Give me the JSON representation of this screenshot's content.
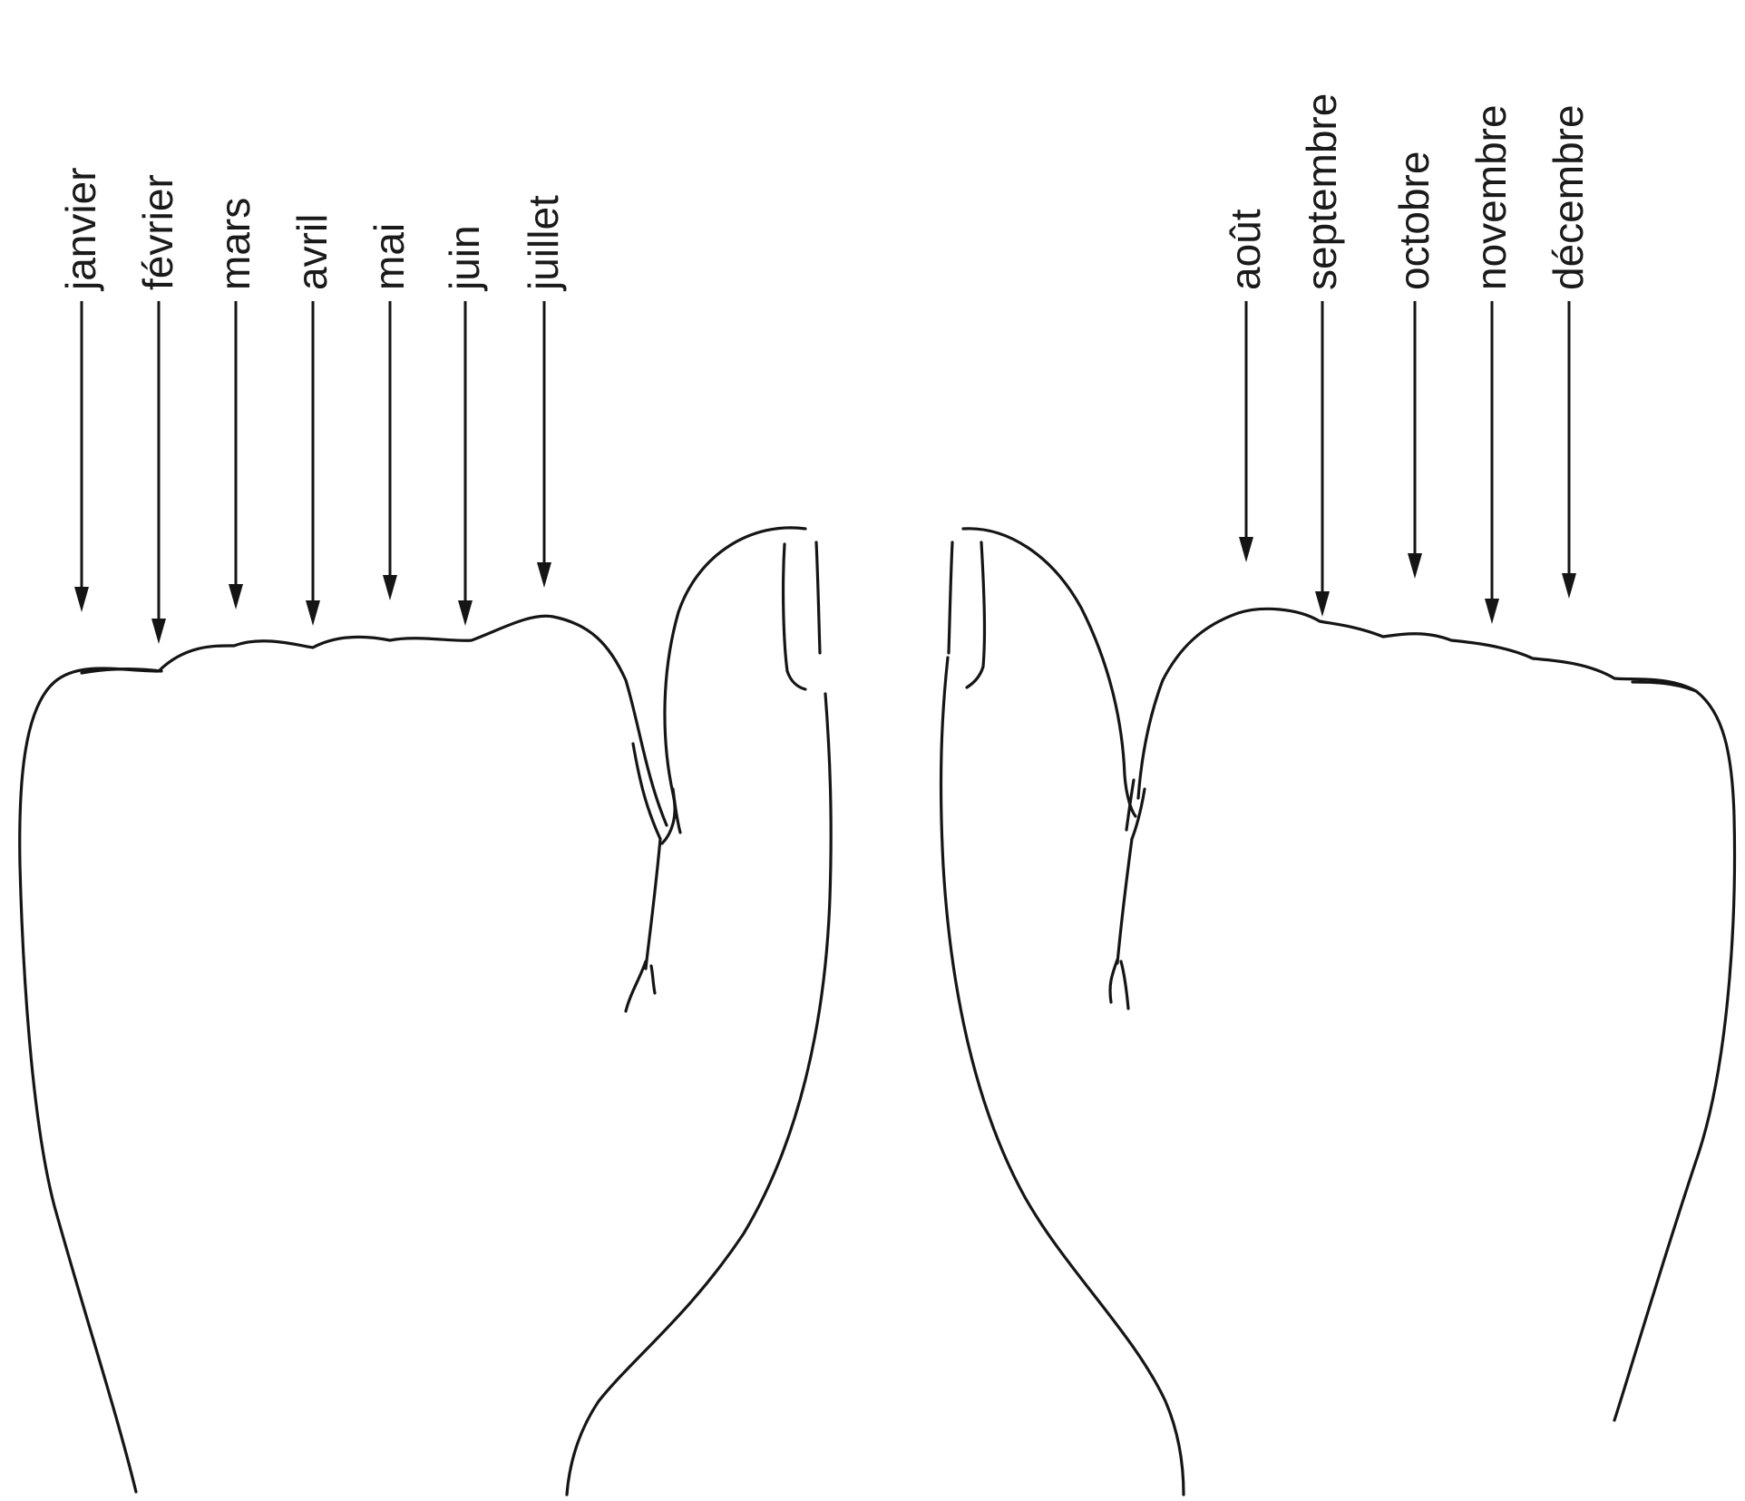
{
  "diagram": {
    "left_hand": {
      "months": [
        "janvier",
        "février",
        "mars",
        "avril",
        "mai",
        "juin",
        "juillet"
      ]
    },
    "right_hand": {
      "months": [
        "août",
        "septembre",
        "octobre",
        "novembre",
        "décembre"
      ]
    },
    "colors": {
      "ink": "#151515",
      "background": "#ffffff"
    }
  }
}
